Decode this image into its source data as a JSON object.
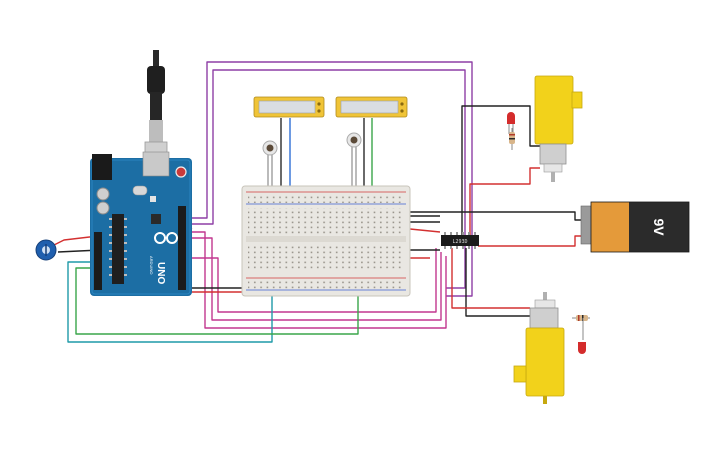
{
  "battery": {
    "label": "9V"
  },
  "driver_chip": {
    "label": "L293D"
  },
  "arduino": {
    "logo_text": "UNO",
    "brand_text": "ARDUINO"
  },
  "colors": {
    "wire_purple": "#8e3fa6",
    "wire_magenta": "#c2378f",
    "wire_red": "#d33030",
    "wire_black": "#222222",
    "wire_green": "#3aa64a",
    "wire_teal": "#1f9aa8",
    "wire_blue": "#2f6fd6",
    "arduino_blue": "#1c6ea4",
    "motor_yellow": "#f2d21b",
    "battery_orange": "#e49a3a",
    "battery_body": "#2b2b2b",
    "breadboard": "#e9e7e2",
    "sensor_board": "#f0c437"
  },
  "icons": [
    "usb-cable-icon",
    "potentiometer-icon",
    "photoresistor-icon",
    "led-icon",
    "resistor-icon",
    "gear-motor-icon"
  ]
}
